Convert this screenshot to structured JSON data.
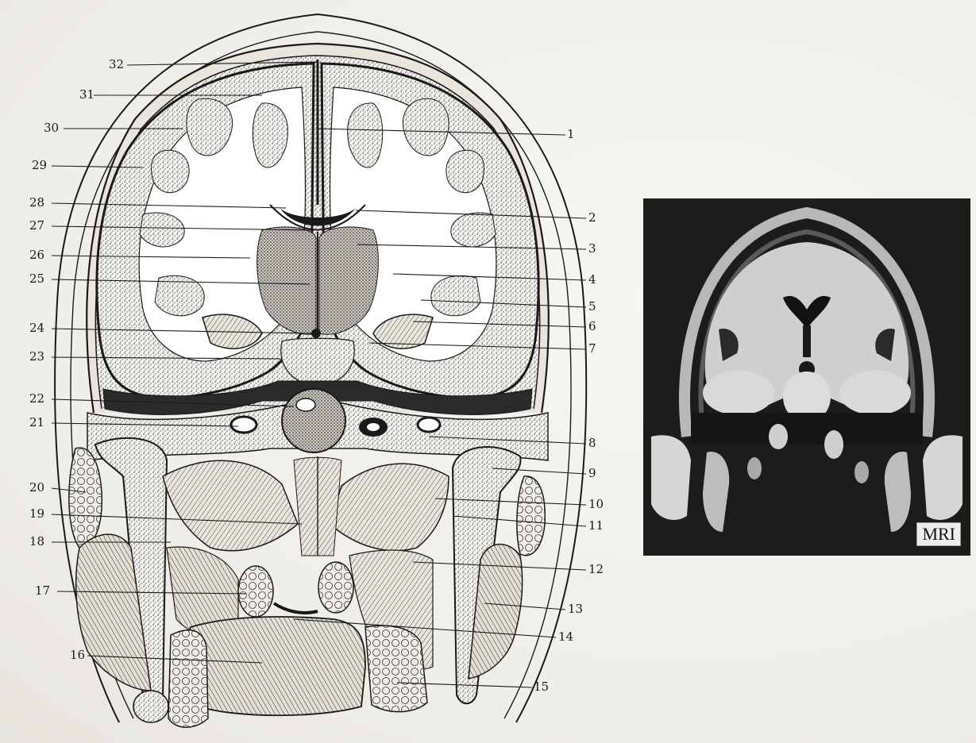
{
  "figure": {
    "labels": {
      "l1": "1",
      "l2": "2",
      "l3": "3",
      "l4": "4",
      "l5": "5",
      "l6": "6",
      "l7": "7",
      "l8": "8",
      "l9": "9",
      "l10": "10",
      "l11": "11",
      "l12": "12",
      "l13": "13",
      "l14": "14",
      "l15": "15",
      "l16": "16",
      "l17": "17",
      "l18": "18",
      "l19": "19",
      "l20": "20",
      "l21": "21",
      "l22": "22",
      "l23": "23",
      "l24": "24",
      "l25": "25",
      "l26": "26",
      "l27": "27",
      "l28": "28",
      "l29": "29",
      "l30": "30",
      "l31": "31",
      "l32": "32"
    }
  },
  "mri_panel": {
    "tag": "MRI"
  },
  "colors": {
    "ink": "#1a1a1a",
    "paper": "#f4f2ee",
    "mri_background": "#1c1c1c",
    "mri_tissue": "#cfcfcf"
  }
}
